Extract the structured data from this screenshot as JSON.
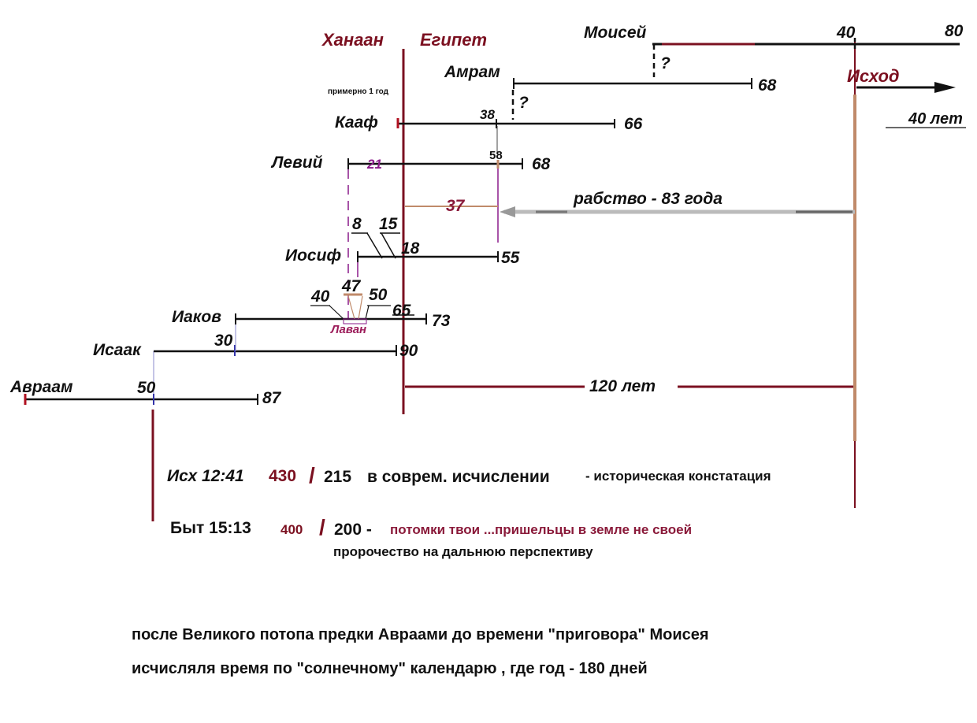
{
  "regions": {
    "canaan": "Ханаан",
    "egypt": "Египет",
    "exodus": "Исход"
  },
  "people": {
    "abraham": {
      "name": "Авраам",
      "mark": "50",
      "end": "87"
    },
    "isaac": {
      "name": "Исаак",
      "mark": "30",
      "end": "90"
    },
    "jacob": {
      "name": "Иаков",
      "mark_left": "40",
      "mark_top": "47",
      "mark_right": "50",
      "mark_egypt": "65",
      "end": "73",
      "laban": "Лаван"
    },
    "joseph": {
      "name": "Иосиф",
      "mark_a": "8",
      "mark_b": "15",
      "mark_c": "18",
      "end": "55"
    },
    "levi": {
      "name": "Левий",
      "mark_start": "21",
      "mark": "58",
      "end": "68"
    },
    "kohath": {
      "name": "Кааф",
      "note": "примерно 1 год",
      "mark": "38",
      "end": "66"
    },
    "amram": {
      "name": "Амрам",
      "q": "?",
      "end": "68"
    },
    "moses": {
      "name": "Моисей",
      "q": "?",
      "mark": "40",
      "end": "80"
    }
  },
  "periods": {
    "gap": "37",
    "slavery": "рабство - 83 года",
    "span120": "120  лет",
    "forty": "40 лет"
  },
  "notes": {
    "ex_ref": "Исх 12:41",
    "ex_num": "430",
    "slash": "/",
    "ex_num2": "215",
    "ex_text": "в соврем. исчислении",
    "ex_comment": "- историческая констатация",
    "gen_ref": "Быт 15:13",
    "gen_num": "400",
    "gen_num2": "200 -",
    "gen_text": "потомки твои ...пришельцы в земле не своей",
    "gen_comment": "пророчество на дальнюю перспективу",
    "footer1": "после Великого потопа предки Авраами  до времени \"приговора\" Моисея",
    "footer2": "исчисляля время по \"солнечному\"   календарю , где год - 180 дней"
  },
  "colors": {
    "line": "#111111",
    "boundary": "#7b1020",
    "exodus_line": "#a05a4a",
    "purple": "#8a1a8a",
    "slavery_arrow": "#b8b8b8"
  }
}
